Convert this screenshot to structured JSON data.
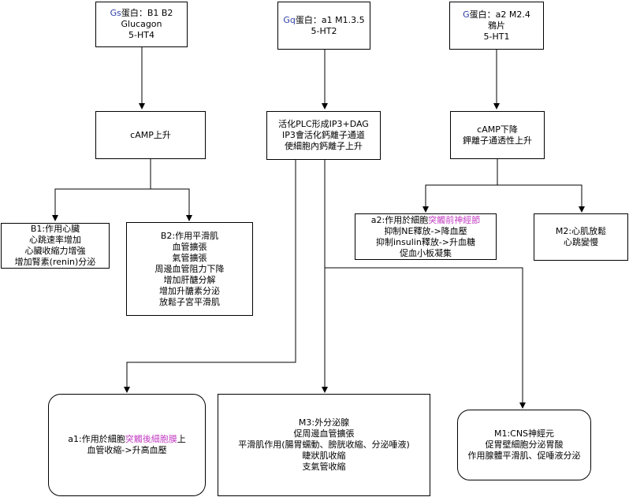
{
  "nodes": {
    "gs": {
      "prefix": "Gs",
      "line1_rest": "蛋白：B1 B2",
      "line2": "Glucagon",
      "line3": "5-HT4"
    },
    "gq": {
      "prefix": "Gq",
      "line1_rest": "蛋白：a1 M1.3.5",
      "line2": "5-HT2"
    },
    "gi": {
      "prefix": "G",
      "line1_rest": "蛋白：a2 M2.4",
      "line2": "鴉片",
      "line3": "5-HT1"
    },
    "camp_up": {
      "text": "cAMP上升"
    },
    "plc": {
      "line1": "活化PLC形成IP3+DAG",
      "line2": "IP3會活化鈣離子通道",
      "line3": "使細胞內鈣離子上升"
    },
    "camp_down": {
      "line1": "cAMP下降",
      "line2": "鉀離子通透性上升"
    },
    "b1": {
      "lines": [
        "B1:作用心臟",
        "心跳速率增加",
        "心臟收縮力增強",
        "增加腎素(renin)分泌"
      ]
    },
    "b2": {
      "lines": [
        "B2:作用平滑肌",
        "血管擴張",
        "氣管擴張",
        "周邊血管阻力下降",
        "增加肝醣分解",
        "增加升醣素分泌",
        "放鬆子宮平滑肌"
      ]
    },
    "a2": {
      "line1_pre": "a2:作用於細胞",
      "line1_hl": "突觸前神經節",
      "line2": "抑制NE釋放->降血壓",
      "line3": "抑制insulin釋放->升血糖",
      "line4": "促血小板凝集"
    },
    "m2": {
      "line1": "M2:心肌放鬆",
      "line2": "心跳變慢"
    },
    "a1": {
      "line1_pre": "a1:作用於細胞",
      "line1_hl": "突觸後細胞膜",
      "line1_post": "上",
      "line2": "血管收縮->升高血壓"
    },
    "m3": {
      "lines": [
        "M3:外分泌腺",
        "促周邊血管擴張",
        "平滑肌作用(腸胃蠕動、膀胱收縮、分泌唾液)",
        "睫狀肌收縮",
        "支氣管收縮"
      ]
    },
    "m1": {
      "line1": "M1:CNS神經元",
      "line2": "促胃壁細胞分泌胃酸",
      "line3": "作用腺體平滑肌、促唾液分泌"
    }
  },
  "colors": {
    "receptor_prefix": "#2f3fa8",
    "highlight": "#c33fc3"
  }
}
